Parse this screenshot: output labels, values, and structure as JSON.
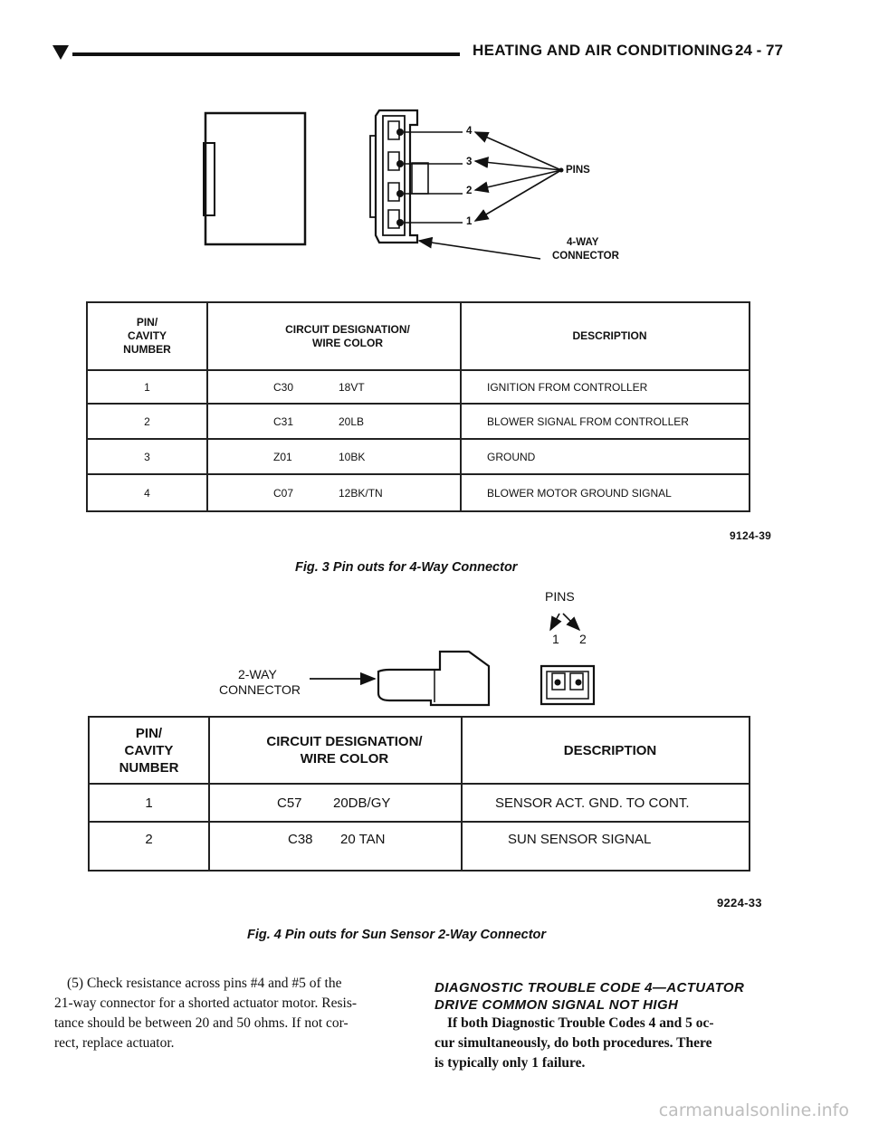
{
  "header": {
    "title": "HEATING AND AIR CONDITIONING",
    "page": "24 - 77"
  },
  "fig3": {
    "labels": {
      "pin4": "4",
      "pin3": "3",
      "pin2": "2",
      "pin1": "1",
      "pins": "PINS",
      "connector_line1": "4-WAY",
      "connector_line2": "CONNECTOR"
    },
    "table": {
      "headers": {
        "pin_cavity": [
          "PIN/",
          "CAVITY",
          "NUMBER"
        ],
        "circuit": [
          "CIRCUIT DESIGNATION/",
          "WIRE COLOR"
        ],
        "description": "DESCRIPTION"
      },
      "rows": [
        {
          "pin": "1",
          "circuit": "C30",
          "wire": "18VT",
          "description": "IGNITION FROM CONTROLLER"
        },
        {
          "pin": "2",
          "circuit": "C31",
          "wire": "20LB",
          "description": "BLOWER SIGNAL FROM CONTROLLER"
        },
        {
          "pin": "3",
          "circuit": "Z01",
          "wire": "10BK",
          "description": "GROUND"
        },
        {
          "pin": "4",
          "circuit": "C07",
          "wire": "12BK/TN",
          "description": "BLOWER MOTOR GROUND SIGNAL"
        }
      ]
    },
    "figure_number": "9124-39",
    "caption": "Fig. 3 Pin outs for 4-Way Connector"
  },
  "fig4": {
    "labels": {
      "pins": "PINS",
      "pin1": "1",
      "pin2": "2",
      "connector_line1": "2-WAY",
      "connector_line2": "CONNECTOR"
    },
    "table": {
      "headers": {
        "pin_cavity": [
          "PIN/",
          "CAVITY",
          "NUMBER"
        ],
        "circuit": [
          "CIRCUIT DESIGNATION/",
          "WIRE COLOR"
        ],
        "description": "DESCRIPTION"
      },
      "rows": [
        {
          "pin": "1",
          "circuit": "C57",
          "wire": "20DB/GY",
          "description": "SENSOR ACT. GND. TO CONT."
        },
        {
          "pin": "2",
          "circuit": "C38",
          "wire": "20 TAN",
          "description": "SUN SENSOR SIGNAL"
        }
      ]
    },
    "figure_number": "9224-33",
    "caption": "Fig. 4 Pin outs for Sun Sensor 2-Way Connector"
  },
  "body": {
    "left_paragraph": "(5) Check resistance across pins #4 and #5 of the 21-way connector for a shorted actuator motor. Resistance should be between 20 and 50 ohms. If not correct, replace actuator.",
    "left_lines": [
      "(5) Check resistance across pins #4 and #5 of the",
      "21-way connector for a shorted actuator motor. Resis-",
      "tance should be between 20 and 50 ohms. If not cor-",
      "rect, replace actuator."
    ],
    "section_heading_lines": [
      "DIAGNOSTIC TROUBLE CODE 4—ACTUATOR",
      "DRIVE COMMON SIGNAL NOT HIGH"
    ],
    "right_lines": [
      "If both Diagnostic Trouble Codes 4 and 5 oc-",
      "cur simultaneously, do both procedures. There",
      "is typically only 1 failure."
    ]
  },
  "watermark": "carmanualsonline.info"
}
